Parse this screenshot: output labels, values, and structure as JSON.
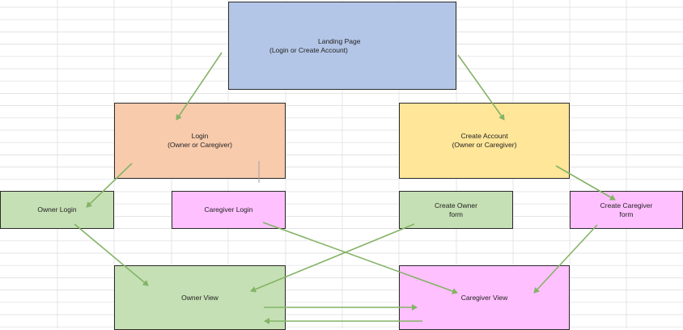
{
  "colors": {
    "blue_box": "#b4c6e7",
    "orange_box": "#f8cbad",
    "yellow_box": "#ffe699",
    "green_box": "#c5e0b4",
    "pink_box": "#ffc0ff",
    "arrow": "#84b366",
    "gridline": "#dcdcdc"
  },
  "nodes": {
    "landing": {
      "line1": "Landing Page",
      "line2": "(Login or Create Account)"
    },
    "login": {
      "line1": "Login",
      "line2": "(Owner or Caregiver)"
    },
    "create_account": {
      "line1": "Create Account",
      "line2": "(Owner or Caregiver)"
    },
    "owner_login": {
      "line1": "Owner Login"
    },
    "caregiver_login": {
      "line1": "Caregiver Login"
    },
    "create_owner_form": {
      "line1": "Create Owner",
      "line2": "form"
    },
    "create_caregiver_form": {
      "line1": "Create Caregiver",
      "line2": "form"
    },
    "owner_view": {
      "line1": "Owner View"
    },
    "caregiver_view": {
      "line1": "Caregiver View"
    }
  },
  "edges": [
    {
      "from": "landing",
      "to": "login"
    },
    {
      "from": "landing",
      "to": "create_account"
    },
    {
      "from": "login",
      "to": "owner_login"
    },
    {
      "from": "create_account",
      "to": "create_caregiver_form"
    },
    {
      "from": "owner_login",
      "to": "owner_view"
    },
    {
      "from": "caregiver_login",
      "to": "caregiver_view"
    },
    {
      "from": "create_owner_form",
      "to": "owner_view"
    },
    {
      "from": "create_caregiver_form",
      "to": "caregiver_view"
    },
    {
      "from": "owner_view",
      "to": "caregiver_view"
    },
    {
      "from": "caregiver_view",
      "to": "owner_view"
    }
  ]
}
